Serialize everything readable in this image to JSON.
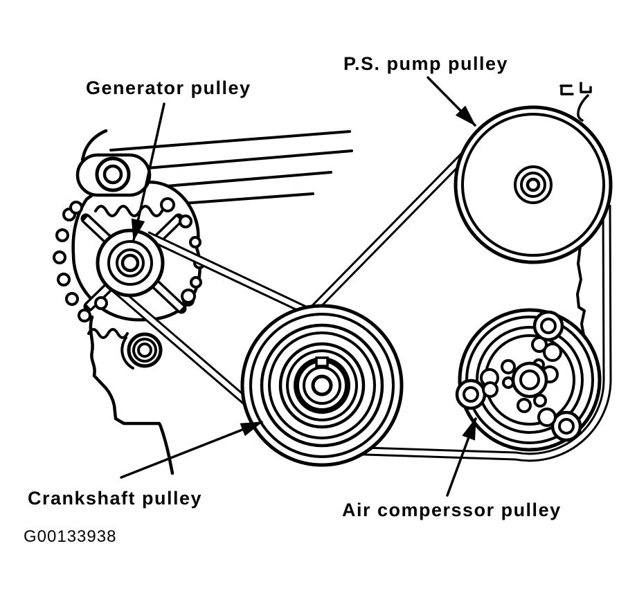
{
  "figure": {
    "type": "engine-drive-belt-routing-diagram",
    "background_color": "#ffffff",
    "line_color": "#000000",
    "code": "G00133938",
    "labels": {
      "generator": "Generator pulley",
      "ps_pump": "P.S. pump pulley",
      "crankshaft": "Crankshaft pulley",
      "air_compressor": "Air comperssor pulley"
    }
  }
}
